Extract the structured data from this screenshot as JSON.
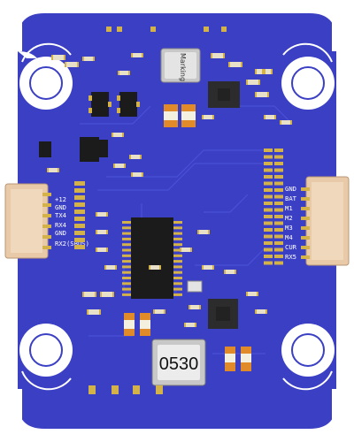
{
  "board": {
    "colors": {
      "pcb": "#3b3fc4",
      "pcb_dark": "#2d31a8",
      "trace": "#4a50d8",
      "pad": "#d4b24a",
      "silk": "#ffffff",
      "chip": "#1b1b1b",
      "capacitor": "#e08a2a",
      "connector": "#e8c9a8"
    },
    "marking_chip_text": "Marking",
    "inductor_text": "0530",
    "left_connector_labels": [
      "+12",
      "GND",
      "TX4",
      "RX4",
      "GND",
      "RX2(SBUS)"
    ],
    "right_connector_labels": [
      "GND",
      "BAT",
      "M1",
      "M2",
      "M3",
      "M4",
      "CUR",
      "RX5"
    ]
  }
}
